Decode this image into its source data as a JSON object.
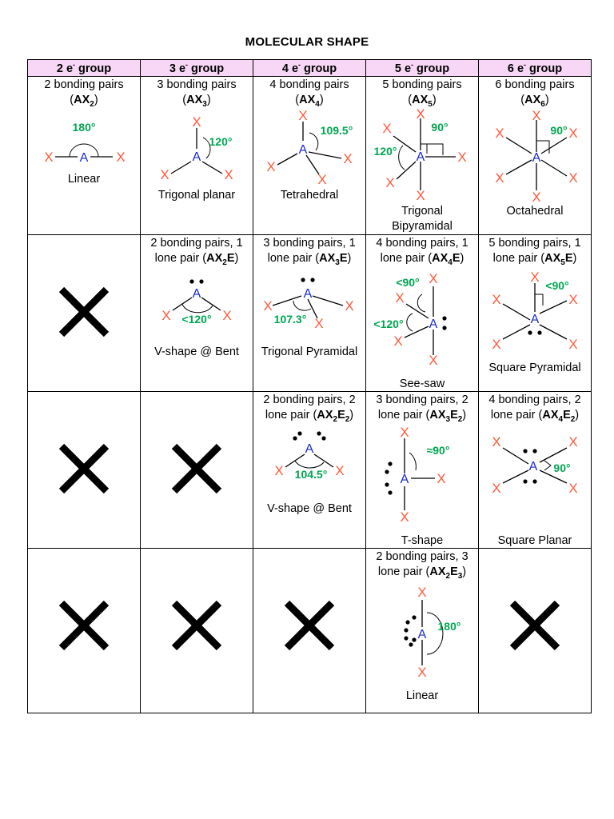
{
  "title": "MOLECULAR SHAPE",
  "symbols": {
    "atom": "A",
    "ligand": "X",
    "none": "none-mark"
  },
  "headers": [
    {
      "main": "2 e",
      "sup": "-",
      "rest": " group"
    },
    {
      "main": "3 e",
      "sup": "-",
      "rest": " group"
    },
    {
      "main": "4 e",
      "sup": "-",
      "rest": " group"
    },
    {
      "main": "5 e",
      "sup": "-",
      "rest": " group"
    },
    {
      "main": "6 e",
      "sup": "-",
      "rest": " group"
    }
  ],
  "row1": {
    "c1": {
      "l1": "2 bonding pairs",
      "f1": "AX",
      "s1": "2",
      "shape": "Linear",
      "angle": "180°"
    },
    "c2": {
      "l1": "3 bonding pairs",
      "f1": "AX",
      "s1": "3",
      "shape": "Trigonal planar",
      "angle": "120°"
    },
    "c3": {
      "l1": "4 bonding pairs",
      "f1": "AX",
      "s1": "4",
      "shape": "Tetrahedral",
      "angle": "109.5°"
    },
    "c4": {
      "l1": "5 bonding pairs",
      "f1": "AX",
      "s1": "5",
      "shape1": "Trigonal",
      "shape2": "Bipyramidal",
      "angle1": "90°",
      "angle2": "120°"
    },
    "c5": {
      "l1": "6 bonding pairs",
      "f1": "AX",
      "s1": "6",
      "shape": "Octahedral",
      "angle": "90°"
    }
  },
  "row2": {
    "c2": {
      "l1": "2 bonding pairs, 1",
      "l2": "lone pair (",
      "f": "AX",
      "s": "2",
      "e": "E",
      "es": "",
      "close": ")",
      "shape": "V-shape @ Bent",
      "angle": "<120°"
    },
    "c3": {
      "l1": "3 bonding pairs, 1",
      "l2": "lone pair (",
      "f": "AX",
      "s": "3",
      "e": "E",
      "es": "",
      "close": ")",
      "shape": "Trigonal Pyramidal",
      "angle": "107.3°"
    },
    "c4": {
      "l1": "4 bonding pairs, 1",
      "l2": "lone pair (",
      "f": "AX",
      "s": "4",
      "e": "E",
      "es": "",
      "close": ")",
      "shape": "See-saw",
      "angle1": "<90°",
      "angle2": "<120°"
    },
    "c5": {
      "l1": "5 bonding pairs, 1",
      "l2": "lone pair (",
      "f": "AX",
      "s": "5",
      "e": "E",
      "es": "",
      "close": ")",
      "shape": "Square Pyramidal",
      "angle": "<90°"
    }
  },
  "row3": {
    "c3": {
      "l1": "2 bonding pairs, 2",
      "l2": "lone pair (",
      "f": "AX",
      "s": "2",
      "e": "E",
      "es": "2",
      "close": ")",
      "shape": "V-shape @ Bent",
      "angle": "104.5°"
    },
    "c4": {
      "l1": "3 bonding pairs, 2",
      "l2": "lone pair (",
      "f": "AX",
      "s": "3",
      "e": "E",
      "es": "2",
      "close": ")",
      "shape": "T-shape",
      "angle": "≈90°"
    },
    "c5": {
      "l1": "4 bonding pairs, 2",
      "l2": "lone pair (",
      "f": "AX",
      "s": "4",
      "e": "E",
      "es": "2",
      "close": ")",
      "shape": "Square Planar",
      "angle": "90°"
    }
  },
  "row4": {
    "c4": {
      "l1": "2 bonding pairs, 3",
      "l2": "lone pair (",
      "f": "AX",
      "s": "2",
      "e": "E",
      "es": "3",
      "close": ")",
      "shape": "Linear",
      "angle": "180°"
    }
  },
  "colors": {
    "header_bg": "#f7d7f5",
    "ligand": "#ff5a3c",
    "atom": "#1a2bd6",
    "angle": "#00a651"
  }
}
